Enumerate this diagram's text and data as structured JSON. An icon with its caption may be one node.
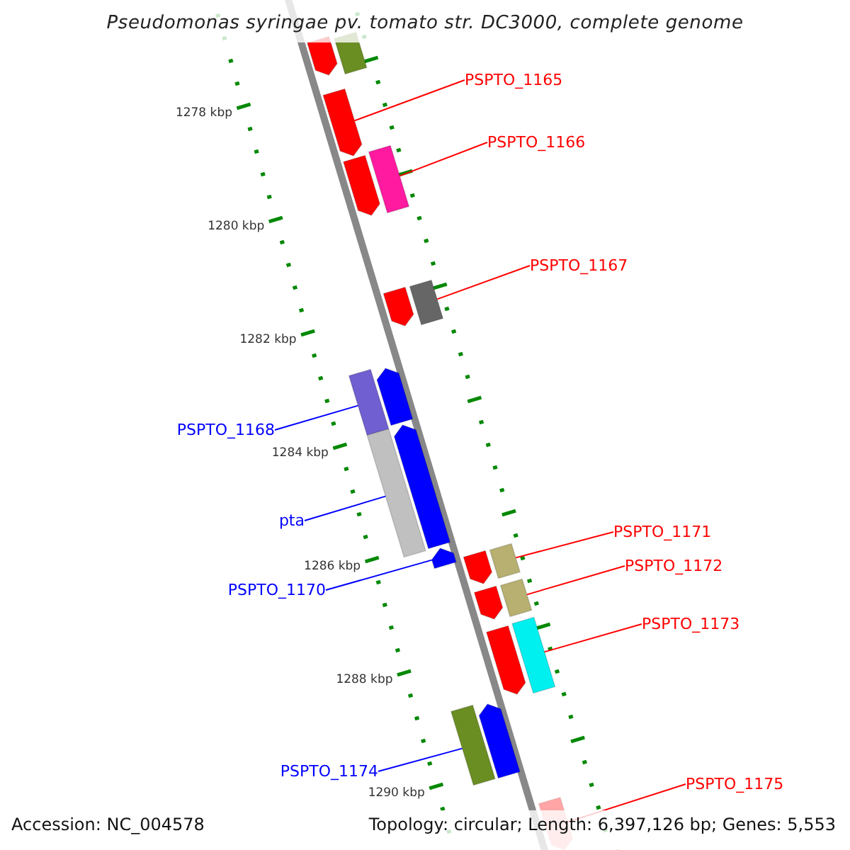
{
  "diagram": {
    "title": "Pseudomonas syringae pv. tomato str. DC3000, complete genome",
    "nodes": [
      {
        "text": [
          "PSPTO_1165"
        ]
      },
      {
        "text": [
          "PSPTO_1166"
        ]
      },
      {
        "text": [
          "PSPTO_1167"
        ]
      },
      {
        "text": [
          "PSPTO_1168"
        ]
      },
      {
        "text": [
          "pta"
        ]
      },
      {
        "text": [
          "PSPTO_1170"
        ]
      },
      {
        "text": [
          "PSPTO_1171"
        ]
      },
      {
        "text": [
          "PSPTO_1172"
        ]
      },
      {
        "text": [
          "PSPTO_1173"
        ]
      },
      {
        "text": [
          "PSPTO_1174"
        ]
      },
      {
        "text": [
          "PSPTO_1175"
        ]
      },
      {
        "text": [],
        "shape": "bar"
      },
      {
        "text": [],
        "shape": "arrow"
      },
      {
        "text": [],
        "shape": "arrow"
      },
      {
        "text": [],
        "shape": "bar"
      },
      {
        "text": [],
        "shape": "arrow"
      },
      {
        "text": [],
        "shape": "bar"
      },
      {
        "text": [],
        "shape": "arrow"
      },
      {
        "text": [],
        "shape": "arrow"
      },
      {
        "text": [],
        "shape": "bar"
      },
      {
        "text": [],
        "shape": "arrow"
      },
      {
        "text": [],
        "shape": "bar"
      },
      {
        "text": [],
        "shape": "bar"
      },
      {
        "text": [],
        "shape": "arrow"
      },
      {
        "text": [],
        "shape": "arrow"
      },
      {
        "text": [],
        "shape": "bar"
      },
      {
        "text": [],
        "shape": "arrow"
      },
      {
        "text": [],
        "shape": "bar"
      },
      {
        "text": [],
        "shape": "arrow"
      },
      {
        "text": [],
        "shape": "arrow"
      },
      {
        "text": [],
        "shape": "bar"
      },
      {
        "text": [],
        "shape": "arrow"
      }
    ],
    "edges": [
      {
        "from": 0,
        "to": 13,
        "arrow": "none"
      },
      {
        "from": 1,
        "to": 14,
        "arrow": "none"
      },
      {
        "from": 2,
        "to": 16,
        "arrow": "none"
      },
      {
        "from": 3,
        "to": 19,
        "arrow": "none",
        "color": "#0000ff"
      },
      {
        "from": 4,
        "to": 21,
        "arrow": "none",
        "color": "#0000ff"
      },
      {
        "from": 5,
        "to": 23,
        "arrow": "none",
        "color": "#0000ff"
      },
      {
        "from": 6,
        "to": 22,
        "arrow": "none"
      },
      {
        "from": 7,
        "to": 25,
        "arrow": "none"
      },
      {
        "from": 8,
        "to": 27,
        "arrow": "none"
      },
      {
        "from": 9,
        "to": 30,
        "arrow": "none",
        "color": "#0000ff"
      },
      {
        "from": 10,
        "to": 31,
        "arrow": "none"
      }
    ],
    "labels": [
      "1278 kbp",
      "1280 kbp",
      "1282 kbp",
      "1284 kbp",
      "1286 kbp",
      "1288 kbp",
      "1290 kbp",
      "Accession: NC_004578",
      "Topology: circular; Length: 6,397,126 bp; Genes: 5,553"
    ]
  }
}
